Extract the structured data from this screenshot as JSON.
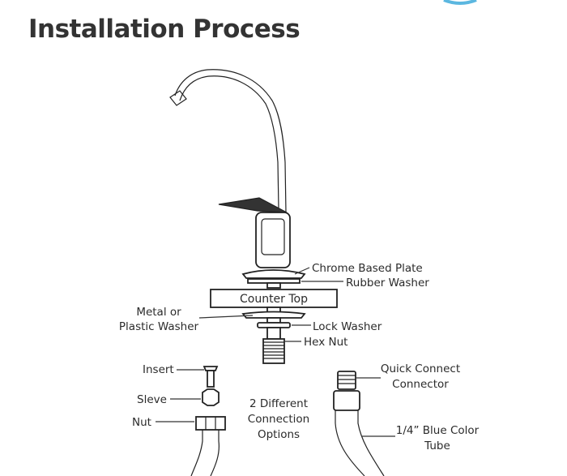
{
  "title": "Installation Process",
  "labels": {
    "chrome_based_plate": "Chrome Based Plate",
    "rubber_washer": "Rubber Washer",
    "counter_top": "Counter Top",
    "metal_or": "Metal or",
    "plastic_washer": "Plastic Washer",
    "lock_washer": "Lock Washer",
    "hex_nut": "Hex Nut",
    "insert": "Insert",
    "sleve": "Sleve",
    "nut": "Nut",
    "options_line1": "2 Different",
    "options_line2": "Connection",
    "options_line3": "Options",
    "quick_connect_line1": "Quick Connect",
    "quick_connect_line2": "Connector",
    "tube_line1": "1/4” Blue Color",
    "tube_line2": "Tube"
  },
  "colors": {
    "line": "#222222",
    "accent_arc": "#5bb7e0",
    "text": "#2b2b2b"
  }
}
